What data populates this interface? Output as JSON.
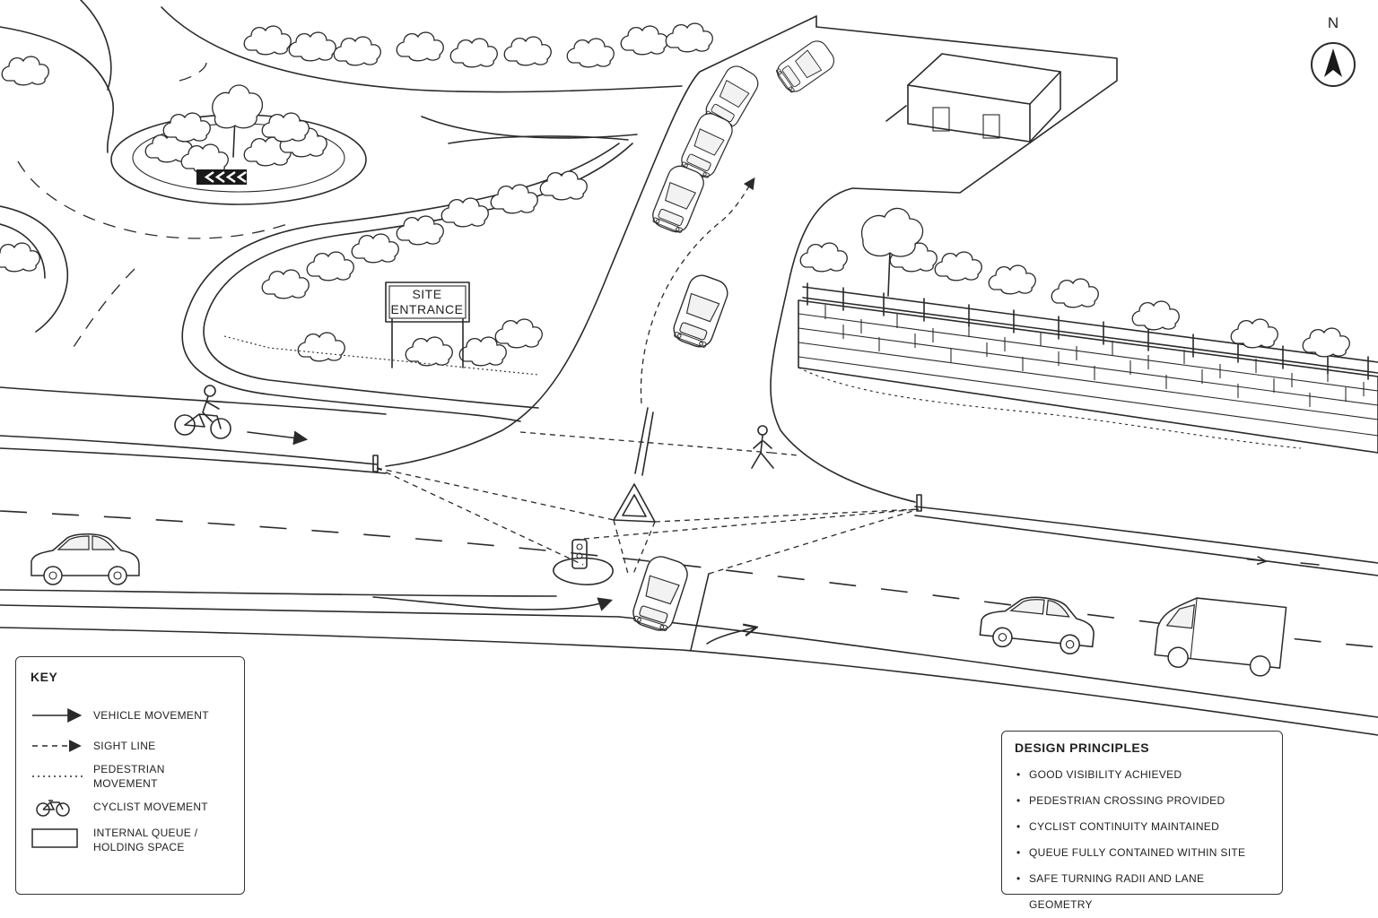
{
  "north": {
    "label": "N"
  },
  "sign": {
    "line1": "SITE",
    "line2": "ENTRANCE"
  },
  "key": {
    "title": "KEY",
    "items": [
      {
        "symbol": "solid-arrow",
        "label": "VEHICLE MOVEMENT"
      },
      {
        "symbol": "dashed-arrow",
        "label": "SIGHT LINE"
      },
      {
        "symbol": "dotted-line",
        "label": "PEDESTRIAN MOVEMENT"
      },
      {
        "symbol": "bicycle-icon",
        "label": "CYCLIST MOVEMENT"
      },
      {
        "symbol": "rectangle",
        "label": "INTERNAL QUEUE /\nHOLDING SPACE"
      }
    ]
  },
  "principles": {
    "title": "DESIGN PRINCIPLES",
    "items": [
      "GOOD VISIBILITY ACHIEVED",
      "PEDESTRIAN CROSSING PROVIDED",
      "CYCLIST CONTINUITY MAINTAINED",
      "QUEUE FULLY CONTAINED WITHIN SITE",
      "SAFE TURNING RADII AND LANE GEOMETRY"
    ]
  },
  "colors": {
    "ink": "#2a2a2a",
    "paper": "#ffffff"
  }
}
